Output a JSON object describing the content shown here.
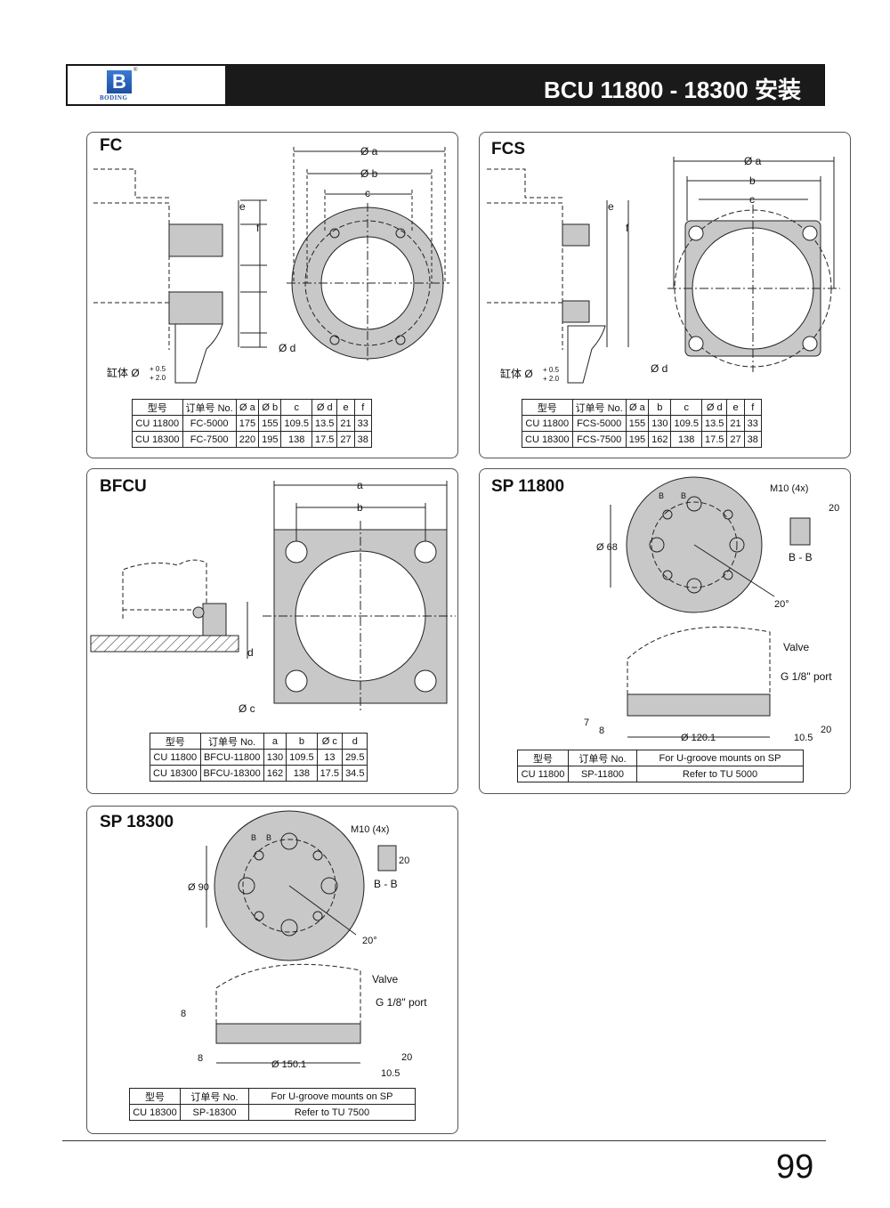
{
  "header": {
    "brand": "BODING",
    "logo_letter": "B",
    "title": "BCU  11800 - 18300 安装"
  },
  "fc": {
    "title": "FC",
    "labels": {
      "a": "Ø a",
      "b": "Ø b",
      "c": "c",
      "d": "Ø d",
      "e": "e",
      "f": "f",
      "cyl": "缸体 Ø",
      "tol_top": "+ 0.5",
      "tol_bot": "+ 2.0"
    },
    "headers": [
      "型号",
      "订单号 No.",
      "Ø a",
      "Ø b",
      "c",
      "Ø d",
      "e",
      "f"
    ],
    "rows": [
      [
        "CU 11800",
        "FC-5000",
        "175",
        "155",
        "109.5",
        "13.5",
        "21",
        "33"
      ],
      [
        "CU 18300",
        "FC-7500",
        "220",
        "195",
        "138",
        "17.5",
        "27",
        "38"
      ]
    ]
  },
  "fcs": {
    "title": "FCS",
    "labels": {
      "a": "Ø a",
      "b": "b",
      "c": "c",
      "d": "Ø d",
      "e": "e",
      "f": "f",
      "cyl": "缸体 Ø",
      "tol_top": "+ 0.5",
      "tol_bot": "+ 2.0"
    },
    "headers": [
      "型号",
      "订单号 No.",
      "Ø a",
      "b",
      "c",
      "Ø d",
      "e",
      "f"
    ],
    "rows": [
      [
        "CU 11800",
        "FCS-5000",
        "155",
        "130",
        "109.5",
        "13.5",
        "21",
        "33"
      ],
      [
        "CU 18300",
        "FCS-7500",
        "195",
        "162",
        "138",
        "17.5",
        "27",
        "38"
      ]
    ]
  },
  "bfcu": {
    "title": "BFCU",
    "labels": {
      "a": "a",
      "b": "b",
      "c": "Ø c",
      "d": "d"
    },
    "headers": [
      "型号",
      "订单号 No.",
      "a",
      "b",
      "Ø c",
      "d"
    ],
    "rows": [
      [
        "CU 11800",
        "BFCU-11800",
        "130",
        "109.5",
        "13",
        "29.5"
      ],
      [
        "CU 18300",
        "BFCU-18300",
        "162",
        "138",
        "17.5",
        "34.5"
      ]
    ]
  },
  "sp11800": {
    "title": "SP 11800",
    "labels": {
      "m10": "M10 (4x)",
      "dia": "Ø 68",
      "b1": "B",
      "b2": "B",
      "bb": "B - B",
      "h20": "20",
      "angle": "20°",
      "valve": "Valve",
      "port": "G 1/8\" port",
      "d7": "7",
      "d8": "8",
      "base": "Ø 120.1",
      "d10": "10.5",
      "d20": "20"
    },
    "headers": [
      "型号",
      "订单号 No.",
      "For U-groove mounts on SP"
    ],
    "rows": [
      [
        "CU 11800",
        "SP-11800",
        "Refer to TU 5000"
      ]
    ]
  },
  "sp18300": {
    "title": "SP 18300",
    "labels": {
      "m10": "M10 (4x)",
      "dia": "Ø 90",
      "b1": "B",
      "b2": "B",
      "bb": "B - B",
      "h20": "20",
      "angle": "20°",
      "valve": "Valve",
      "port": "G 1/8\" port",
      "d8a": "8",
      "d8b": "8",
      "base": "Ø 150.1",
      "d10": "10.5",
      "d20": "20"
    },
    "headers": [
      "型号",
      "订单号 No.",
      "For U-groove mounts on SP"
    ],
    "rows": [
      [
        "CU 18300",
        "SP-18300",
        "Refer to TU 7500"
      ]
    ]
  },
  "page_number": "99",
  "colors": {
    "part_fill": "#c8c8c8",
    "header_bg": "#1a1a1a",
    "brand_blue": "#1d4fa0"
  }
}
